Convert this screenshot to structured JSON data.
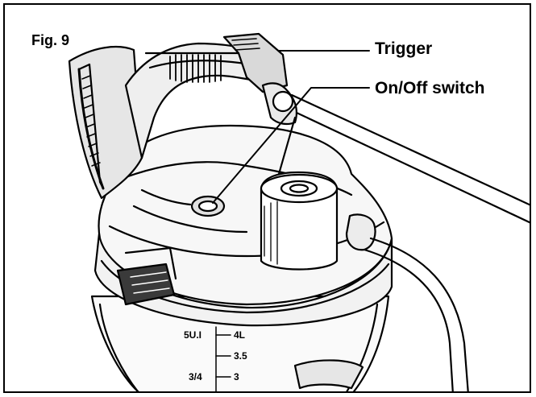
{
  "figure": {
    "label": "Fig. 9"
  },
  "callouts": {
    "trigger": "Trigger",
    "on_off_switch": "On/Off switch"
  },
  "scale": {
    "row1_left": "5U.I",
    "row1_right": "4L",
    "row2_right": "3.5",
    "row3_left": "3/4",
    "row3_right": "3"
  },
  "colors": {
    "ink": "#000000",
    "fill_light": "#f2f2f2",
    "fill_mid": "#d9d9d9",
    "fill_dark": "#3a3a3a"
  }
}
